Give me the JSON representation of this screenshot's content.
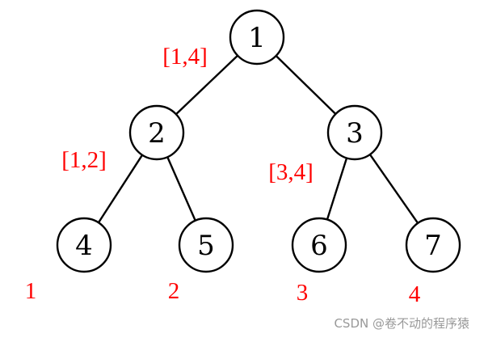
{
  "tree": {
    "nodes": [
      {
        "id": "n1",
        "label": "1"
      },
      {
        "id": "n2",
        "label": "2"
      },
      {
        "id": "n3",
        "label": "3"
      },
      {
        "id": "n4",
        "label": "4"
      },
      {
        "id": "n5",
        "label": "5"
      },
      {
        "id": "n6",
        "label": "6"
      },
      {
        "id": "n7",
        "label": "7"
      }
    ],
    "edges": [
      {
        "from": "n1",
        "to": "n2"
      },
      {
        "from": "n1",
        "to": "n3"
      },
      {
        "from": "n2",
        "to": "n4"
      },
      {
        "from": "n2",
        "to": "n5"
      },
      {
        "from": "n3",
        "to": "n6"
      },
      {
        "from": "n3",
        "to": "n7"
      }
    ],
    "range_labels": [
      {
        "node": "n1",
        "text": "[1,4]"
      },
      {
        "node": "n2",
        "text": "[1,2]"
      },
      {
        "node": "n3",
        "text": "[3,4]"
      }
    ],
    "leaf_indices": [
      {
        "node": "n4",
        "text": "1"
      },
      {
        "node": "n5",
        "text": "2"
      },
      {
        "node": "n6",
        "text": "3"
      },
      {
        "node": "n7",
        "text": "4"
      }
    ]
  },
  "colors": {
    "line": "#000000",
    "annotation": "#ff0000",
    "watermark": "#999999"
  },
  "watermark": {
    "text": "CSDN @卷不动的程序猿"
  }
}
